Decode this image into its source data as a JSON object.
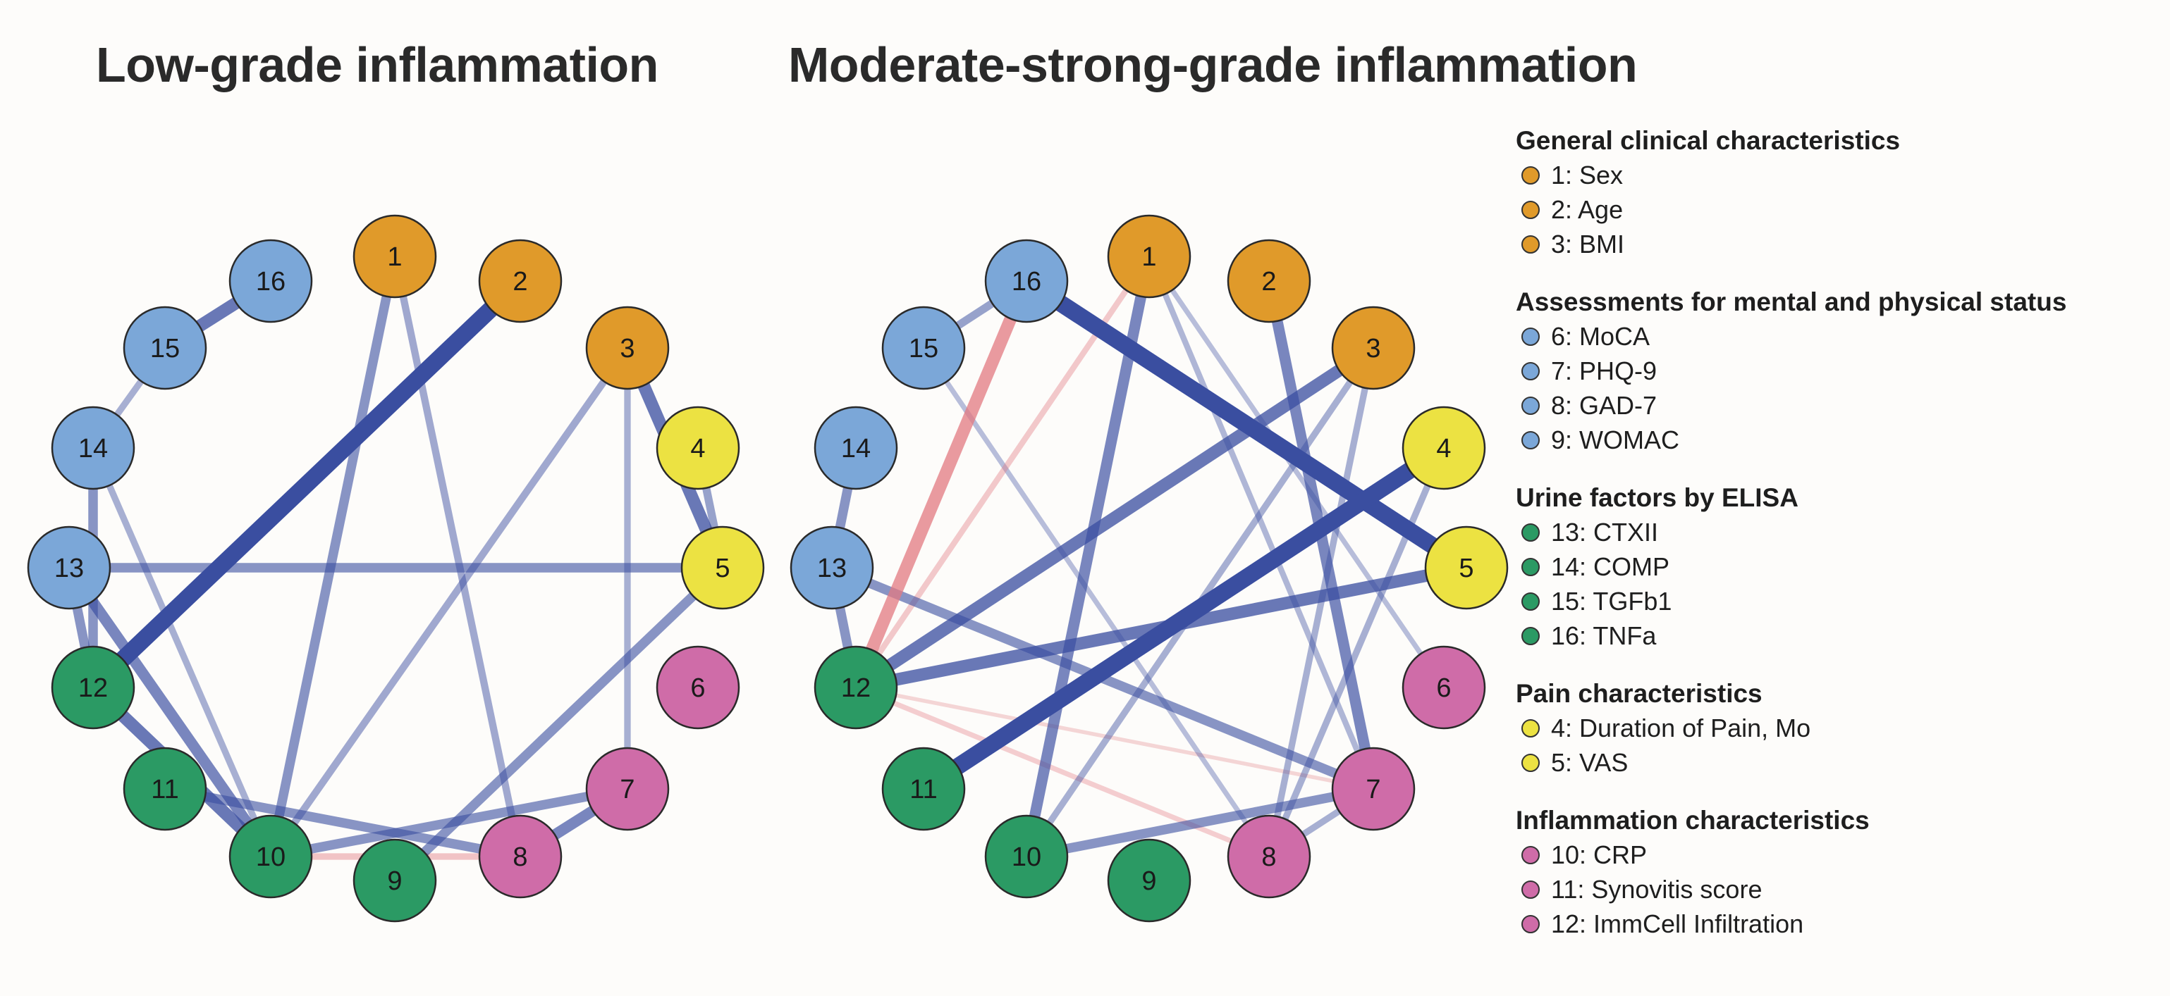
{
  "titles": {
    "left": "Low-grade inflammation",
    "right": "Moderate-strong-grade inflammation"
  },
  "colors": {
    "orange": "#e09a2a",
    "blue": "#7ba7d8",
    "yellow": "#ece242",
    "pink": "#cf6ca8",
    "green": "#2b9a64",
    "edge_positive": "#3a4ea0",
    "edge_negative": "#e27a82"
  },
  "nodes": [
    {
      "id": "1",
      "color": "orange"
    },
    {
      "id": "2",
      "color": "orange"
    },
    {
      "id": "3",
      "color": "orange"
    },
    {
      "id": "4",
      "color": "yellow"
    },
    {
      "id": "5",
      "color": "yellow"
    },
    {
      "id": "6",
      "color": "pink"
    },
    {
      "id": "7",
      "color": "pink"
    },
    {
      "id": "8",
      "color": "pink"
    },
    {
      "id": "9",
      "color": "green"
    },
    {
      "id": "10",
      "color": "green"
    },
    {
      "id": "11",
      "color": "green"
    },
    {
      "id": "12",
      "color": "green"
    },
    {
      "id": "13",
      "color": "blue"
    },
    {
      "id": "14",
      "color": "blue"
    },
    {
      "id": "15",
      "color": "blue"
    },
    {
      "id": "16",
      "color": "blue"
    }
  ],
  "networks": [
    {
      "name": "low",
      "edges": [
        {
          "from": "2",
          "to": "12",
          "weight": 1.0,
          "sign": "positive"
        },
        {
          "from": "15",
          "to": "16",
          "weight": 0.7,
          "sign": "positive"
        },
        {
          "from": "3",
          "to": "5",
          "weight": 0.7,
          "sign": "positive"
        },
        {
          "from": "12",
          "to": "10",
          "weight": 0.7,
          "sign": "positive"
        },
        {
          "from": "13",
          "to": "10",
          "weight": 0.6,
          "sign": "positive"
        },
        {
          "from": "7",
          "to": "8",
          "weight": 0.6,
          "sign": "positive"
        },
        {
          "from": "1",
          "to": "10",
          "weight": 0.5,
          "sign": "positive"
        },
        {
          "from": "13",
          "to": "5",
          "weight": 0.5,
          "sign": "positive"
        },
        {
          "from": "5",
          "to": "9",
          "weight": 0.5,
          "sign": "positive"
        },
        {
          "from": "10",
          "to": "7",
          "weight": 0.5,
          "sign": "positive"
        },
        {
          "from": "11",
          "to": "8",
          "weight": 0.5,
          "sign": "positive"
        },
        {
          "from": "14",
          "to": "12",
          "weight": 0.5,
          "sign": "positive"
        },
        {
          "from": "13",
          "to": "12",
          "weight": 0.5,
          "sign": "positive"
        },
        {
          "from": "4",
          "to": "5",
          "weight": 0.4,
          "sign": "positive"
        },
        {
          "from": "1",
          "to": "8",
          "weight": 0.35,
          "sign": "positive"
        },
        {
          "from": "3",
          "to": "10",
          "weight": 0.35,
          "sign": "positive"
        },
        {
          "from": "3",
          "to": "7",
          "weight": 0.3,
          "sign": "positive"
        },
        {
          "from": "14",
          "to": "15",
          "weight": 0.3,
          "sign": "positive"
        },
        {
          "from": "14",
          "to": "10",
          "weight": 0.3,
          "sign": "positive"
        },
        {
          "from": "10",
          "to": "8",
          "weight": 0.3,
          "sign": "negative"
        }
      ]
    },
    {
      "name": "moderate",
      "edges": [
        {
          "from": "16",
          "to": "5",
          "weight": 1.0,
          "sign": "positive"
        },
        {
          "from": "11",
          "to": "4",
          "weight": 1.0,
          "sign": "positive"
        },
        {
          "from": "12",
          "to": "3",
          "weight": 0.7,
          "sign": "positive"
        },
        {
          "from": "12",
          "to": "5",
          "weight": 0.7,
          "sign": "positive"
        },
        {
          "from": "1",
          "to": "10",
          "weight": 0.6,
          "sign": "positive"
        },
        {
          "from": "2",
          "to": "7",
          "weight": 0.6,
          "sign": "positive"
        },
        {
          "from": "13",
          "to": "7",
          "weight": 0.5,
          "sign": "positive"
        },
        {
          "from": "10",
          "to": "7",
          "weight": 0.5,
          "sign": "positive"
        },
        {
          "from": "14",
          "to": "13",
          "weight": 0.5,
          "sign": "positive"
        },
        {
          "from": "13",
          "to": "12",
          "weight": 0.5,
          "sign": "positive"
        },
        {
          "from": "16",
          "to": "15",
          "weight": 0.4,
          "sign": "positive"
        },
        {
          "from": "3",
          "to": "10",
          "weight": 0.3,
          "sign": "positive"
        },
        {
          "from": "3",
          "to": "8",
          "weight": 0.3,
          "sign": "positive"
        },
        {
          "from": "4",
          "to": "8",
          "weight": 0.3,
          "sign": "positive"
        },
        {
          "from": "1",
          "to": "7",
          "weight": 0.25,
          "sign": "positive"
        },
        {
          "from": "1",
          "to": "6",
          "weight": 0.2,
          "sign": "positive"
        },
        {
          "from": "7",
          "to": "8",
          "weight": 0.3,
          "sign": "positive"
        },
        {
          "from": "15",
          "to": "8",
          "weight": 0.2,
          "sign": "positive"
        },
        {
          "from": "16",
          "to": "12",
          "weight": 0.7,
          "sign": "negative"
        },
        {
          "from": "1",
          "to": "12",
          "weight": 0.25,
          "sign": "negative"
        },
        {
          "from": "12",
          "to": "8",
          "weight": 0.2,
          "sign": "negative"
        },
        {
          "from": "12",
          "to": "7",
          "weight": 0.12,
          "sign": "negative"
        }
      ]
    }
  ],
  "legend": [
    {
      "heading": "General clinical characteristics",
      "color": "orange",
      "items": [
        "1: Sex",
        "2: Age",
        "3: BMI"
      ]
    },
    {
      "heading": "Assessments for mental and physical status",
      "color": "blue",
      "items": [
        "6: MoCA",
        "7: PHQ-9",
        "8: GAD-7",
        "9: WOMAC"
      ]
    },
    {
      "heading": "Urine factors by ELISA",
      "color": "green",
      "items": [
        "13: CTXII",
        "14: COMP",
        "15: TGFb1",
        "16: TNFa"
      ]
    },
    {
      "heading": "Pain characteristics",
      "color": "yellow",
      "items": [
        "4: Duration of Pain, Mo",
        "5: VAS"
      ]
    },
    {
      "heading": "Inflammation characteristics",
      "color": "pink",
      "items": [
        "10: CRP",
        "11: Synovitis score",
        "12: ImmCell Infiltration"
      ]
    }
  ]
}
